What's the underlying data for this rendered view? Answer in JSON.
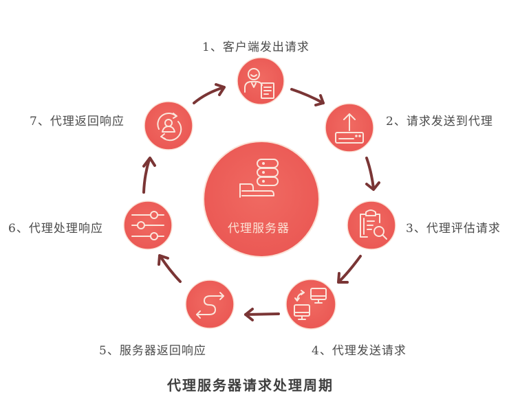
{
  "title": "代理服务器请求处理周期",
  "center": {
    "label": "代理服务器",
    "icon": "server-hand-icon"
  },
  "steps": [
    {
      "label": "1、客户端发出请求",
      "icon": "client-document-icon"
    },
    {
      "label": "2、请求发送到代理",
      "icon": "upload-router-icon"
    },
    {
      "label": "3、代理评估请求",
      "icon": "clipboard-search-icon"
    },
    {
      "label": "4、代理发送请求",
      "icon": "monitors-exchange-icon"
    },
    {
      "label": "5、服务器返回响应",
      "icon": "s-route-icon"
    },
    {
      "label": "6、代理处理响应",
      "icon": "sliders-icon"
    },
    {
      "label": "7、代理返回响应",
      "icon": "user-sync-icon"
    }
  ],
  "colors": {
    "circle": "#ee5f5b",
    "icon_stroke": "#fbe6dc",
    "arrow": "#7a3535",
    "text": "#4a4a4a"
  }
}
